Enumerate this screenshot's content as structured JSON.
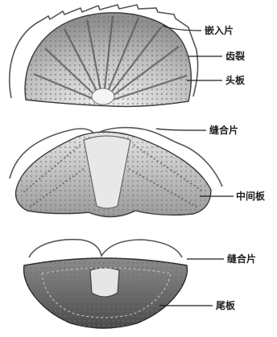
{
  "labels": {
    "insert_plate": "嵌入片",
    "slits": "齿裂",
    "head_valve": "头板",
    "girdle_intermediate": "缝合片",
    "intermediate_valve": "中间板",
    "girdle_tail": "缝合片",
    "tail_valve": "尾板"
  },
  "colors": {
    "ink": "#1e1e1e",
    "shell": "#c9c9c9",
    "shell_dark": "#8a8a8a",
    "outline": "#3a3a3a",
    "background": "#ffffff"
  }
}
